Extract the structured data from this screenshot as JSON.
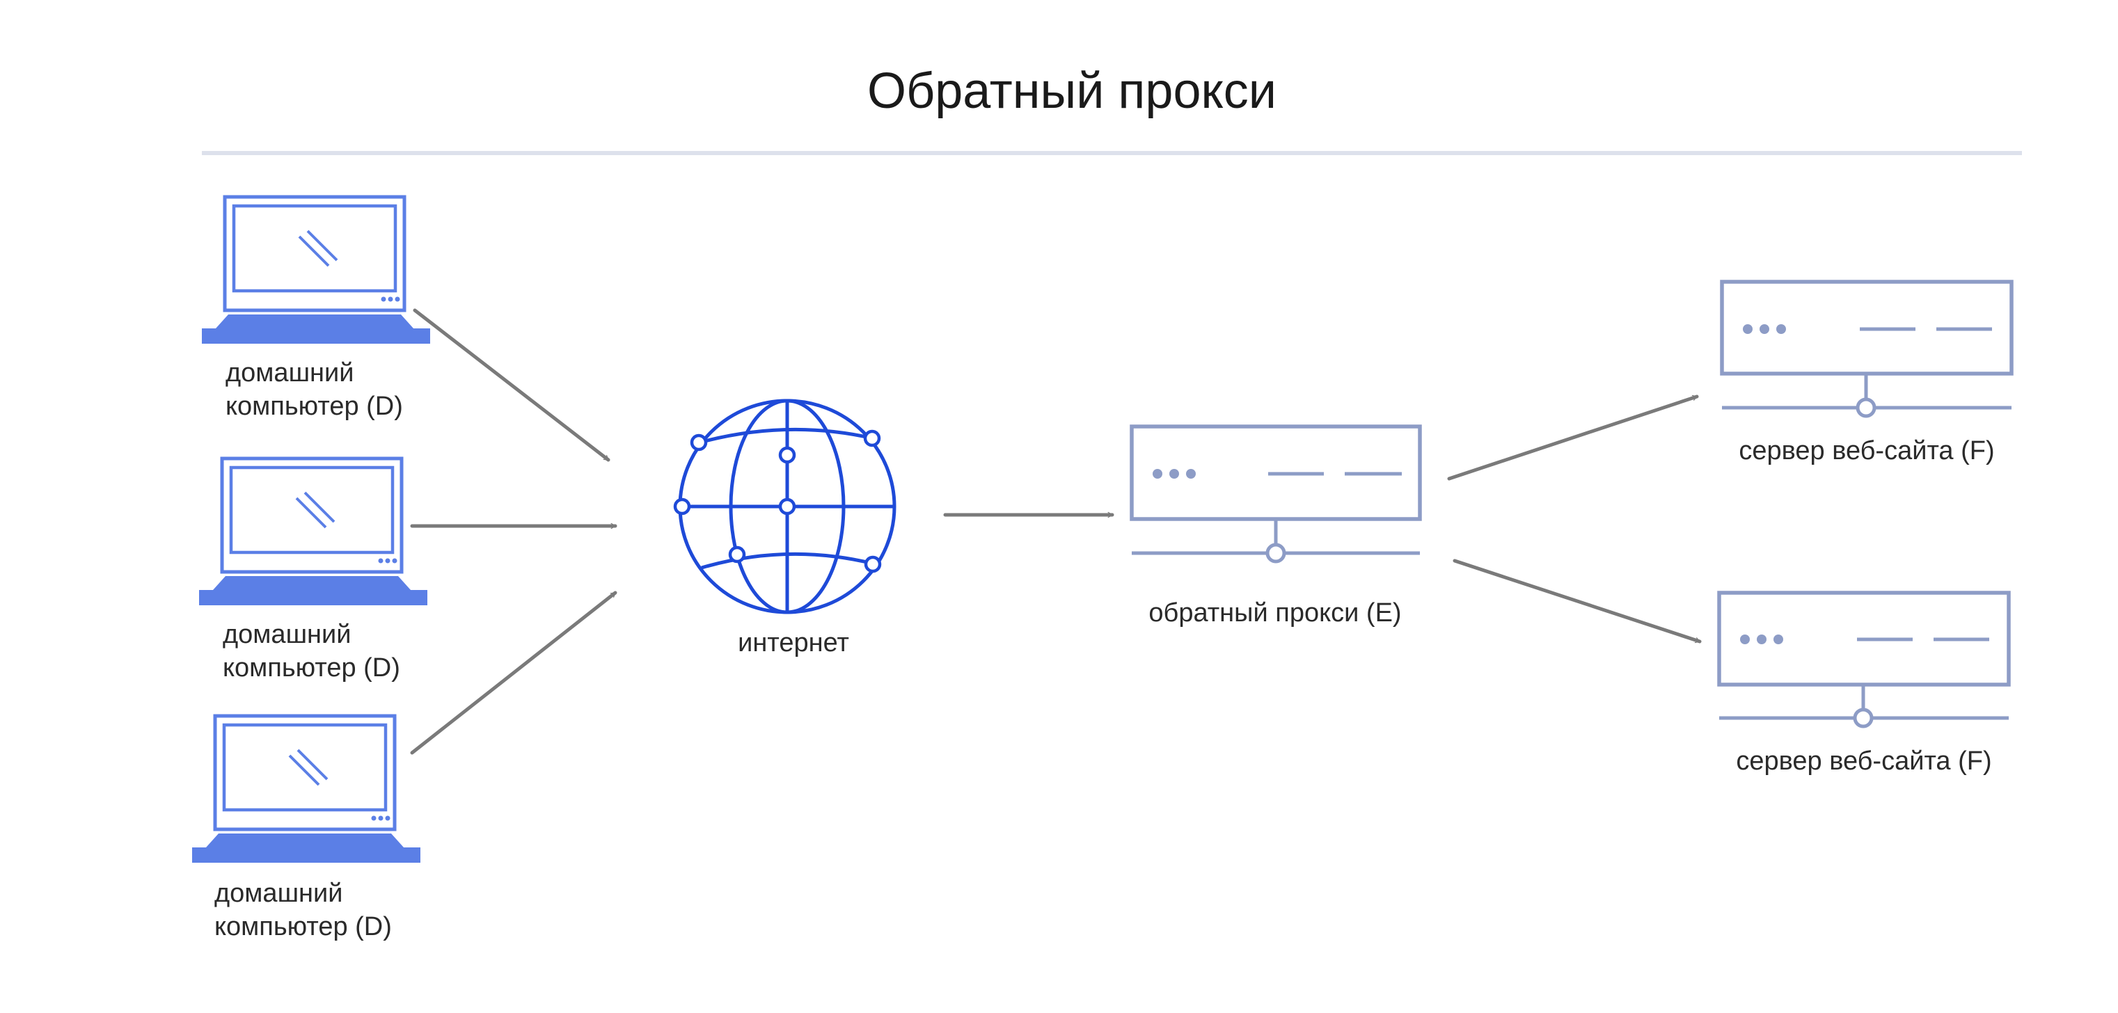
{
  "title": "Обратный прокси",
  "colors": {
    "laptop": "#5b7fe6",
    "globe": "#1e4ad8",
    "server": "#8d9cc6",
    "arrow": "#7a7a7a",
    "divider": "#dde1ec"
  },
  "computers": [
    {
      "label_line1": "домашний",
      "label_line2": "компьютер (D)"
    },
    {
      "label_line1": "домашний",
      "label_line2": "компьютер (D)"
    },
    {
      "label_line1": "домашний",
      "label_line2": "компьютер (D)"
    }
  ],
  "internet": {
    "label": "интернет",
    "icon": "globe-icon"
  },
  "proxy": {
    "label": "обратный прокси (E)",
    "icon": "server-icon"
  },
  "servers": [
    {
      "label": "сервер веб-сайта (F)",
      "icon": "server-icon"
    },
    {
      "label": "сервер веб-сайта (F)",
      "icon": "server-icon"
    }
  ]
}
